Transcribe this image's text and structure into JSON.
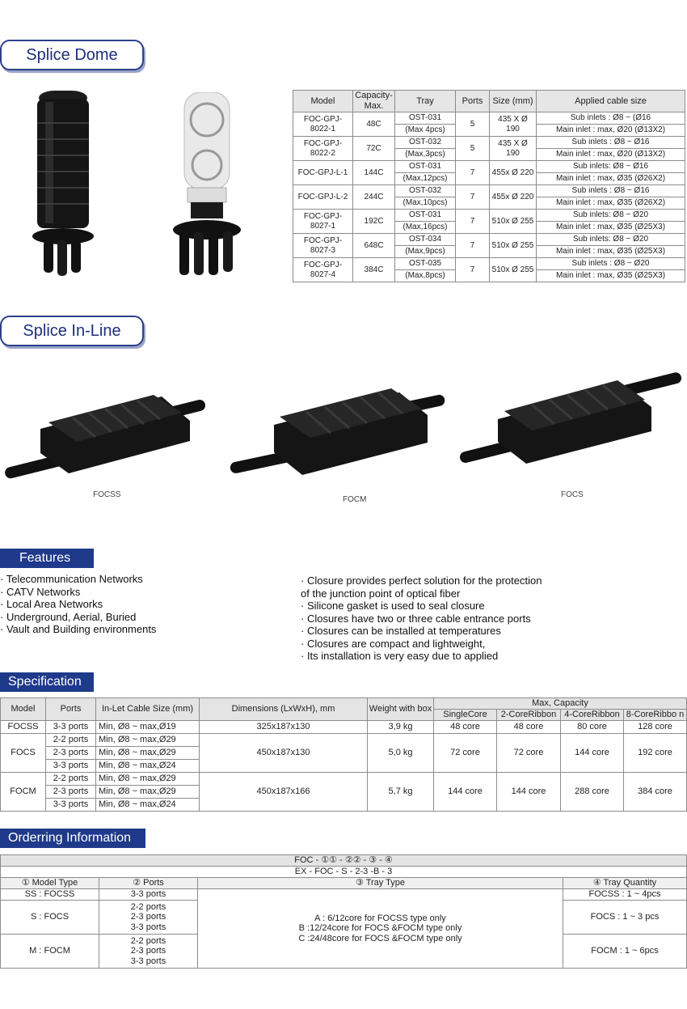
{
  "sections": {
    "splice_dome": "Splice Dome",
    "splice_inline": "Splice In-Line",
    "features": "Features",
    "specification": "Specification",
    "ordering": "Orderring Information"
  },
  "dome_table": {
    "headers": [
      "Model",
      "Capacity-Max.",
      "Tray",
      "Ports",
      "Size (mm)",
      "Applied cable size"
    ],
    "rows": [
      {
        "model": "FOC-GPJ-8022-1",
        "capacity": "48C",
        "tray1": "OST-031",
        "tray2": "(Max 4pcs)",
        "ports": "5",
        "size": "435 X Ø 190",
        "cable1": "Sub inlets : Ø8 ~ (Ø16",
        "cable2": "Main inlet : max, Ø20 (Ø13X2)"
      },
      {
        "model": "FOC-GPJ-8022-2",
        "capacity": "72C",
        "tray1": "OST-032",
        "tray2": "(Max,3pcs)",
        "ports": "5",
        "size": "435 X Ø 190",
        "cable1": "Sub inlets : Ø8 ~ Ø16",
        "cable2": "Main inlet : max, Ø20 (Ø13X2)"
      },
      {
        "model": "FOC-GPJ-L-1",
        "capacity": "144C",
        "tray1": "OST-031",
        "tray2": "(Max,12pcs)",
        "ports": "7",
        "size": "455x Ø 220",
        "cable1": "Sub inlets: Ø8 ~ Ø16",
        "cable2": "Main inlet : max, Ø35 (Ø26X2)"
      },
      {
        "model": "FOC-GPJ-L-2",
        "capacity": "244C",
        "tray1": "OST-032",
        "tray2": "(Max,10pcs)",
        "ports": "7",
        "size": "455x Ø 220",
        "cable1": "Sub inlets : Ø8 ~ Ø16",
        "cable2": "Main inlet : max, Ø35 (Ø26X2)"
      },
      {
        "model": "FOC-GPJ-8027-1",
        "capacity": "192C",
        "tray1": "OST-031",
        "tray2": "(Max,16pcs)",
        "ports": "7",
        "size": "510x Ø 255",
        "cable1": "Sub inlets: Ø8 ~ Ø20",
        "cable2": "Main inlet : max, Ø35 (Ø25X3)"
      },
      {
        "model": "FOC-GPJ-8027-3",
        "capacity": "648C",
        "tray1": "OST-034",
        "tray2": "(Max,9pcs)",
        "ports": "7",
        "size": "510x Ø 255",
        "cable1": "Sub inlets: Ø8 ~ Ø20",
        "cable2": "Main inlet : max, Ø35 (Ø25X3)"
      },
      {
        "model": "FOC-GPJ-8027-4",
        "capacity": "384C",
        "tray1": "OST-035",
        "tray2": "(Max,8pcs)",
        "ports": "7",
        "size": "510x Ø 255",
        "cable1": "Sub inlets : Ø8 ~ Ø20",
        "cable2": "Main inlet : max, Ø35 (Ø25X3)"
      }
    ]
  },
  "inline_captions": [
    "FOCSS",
    "FOCM",
    "FOCS"
  ],
  "features_left": [
    "· Telecommunication Networks",
    "· CATV Networks",
    "· Local Area Networks",
    "· Underground, Aerial, Buried",
    "· Vault and Building environments"
  ],
  "features_right": [
    "· Closure provides perfect solution for the protection",
    "  of the junction point of optical fiber",
    "· Silicone gasket is used to seal closure",
    "· Closures have two or three cable entrance ports",
    "· Closures can be installed at temperatures",
    "· Closures are compact and lightweight,",
    "· Its installation is very easy due to applied"
  ],
  "spec": {
    "h_model": "Model",
    "h_ports": "Ports",
    "h_inlet": "In-Let Cable Size (mm)",
    "h_dim": "Dimensions (LxWxH), mm",
    "h_weight": "Weight with box",
    "h_max": "Max, Capacity",
    "h_single": "SingleCore",
    "h_2r": "2-CoreRibbon",
    "h_4r": "4-CoreRibbon",
    "h_8r": "8-CoreRibbo n",
    "focss": {
      "model": "FOCSS",
      "port": "3-3 ports",
      "inlet": "Min, Ø8 ~ max,Ø19",
      "dim": "325x187x130",
      "weight": "3,9 kg",
      "c1": "48 core",
      "c2": "48 core",
      "c3": "80 core",
      "c4": "128 core"
    },
    "focs": {
      "model": "FOCS",
      "p1": "2-2 ports",
      "p2": "2-3 ports",
      "p3": "3-3 ports",
      "i1": "Min, Ø8 ~ max,Ø29",
      "i2": "Min, Ø8 ~ max,Ø29",
      "i3": "Min, Ø8 ~ max,Ø24",
      "dim": "450x187x130",
      "weight": "5,0 kg",
      "c1": "72 core",
      "c2": "72 core",
      "c3": "144 core",
      "c4": "192 core"
    },
    "focm": {
      "model": "FOCM",
      "p1": "2-2 ports",
      "p2": "2-3 ports",
      "p3": "3-3 ports",
      "i1": "Min, Ø8 ~ max,Ø29",
      "i2": "Min, Ø8 ~ max,Ø29",
      "i3": "Min, Ø8 ~ max,Ø24",
      "dim": "450x187x166",
      "weight": "5,7 kg",
      "c1": "144 core",
      "c2": "144 core",
      "c3": "288 core",
      "c4": "384 core"
    }
  },
  "order": {
    "code": "FOC - ①① - ②② - ③ - ④",
    "example": "EX - FOC - S - 2-3 -B - 3",
    "h1": "① Model Type",
    "h2": "② Ports",
    "h3": "③ Tray Type",
    "h4": "④ Tray Quantity",
    "ss": "SS : FOCSS",
    "ss_ports": "3-3 ports",
    "ss_qty": "FOCSS : 1 ~ 4pcs",
    "s": "S : FOCS",
    "s_p1": "2-2 ports",
    "s_p2": "2-3 ports",
    "s_p3": "3-3 ports",
    "s_qty": "FOCS : 1 ~ 3 pcs",
    "m": "M : FOCM",
    "m_p1": "2-2 ports",
    "m_p2": "2-3 ports",
    "m_p3": "3-3 ports",
    "m_qty": "FOCM : 1 ~ 6pcs",
    "tray_a": "A : 6/12core for FOCSS type only",
    "tray_b": "B :12/24core for FOCS &FOCM type only",
    "tray_c": "C :24/48core for FOCS &FOCM type only"
  }
}
